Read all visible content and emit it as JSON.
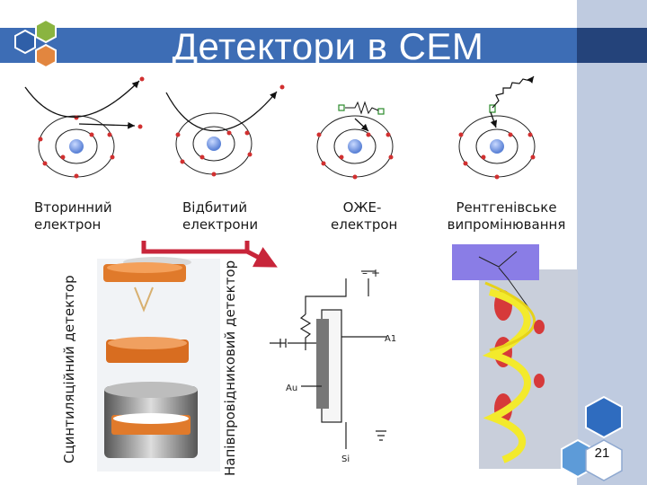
{
  "slide": {
    "title": "Детектори в СЕМ",
    "page_number": "21"
  },
  "diagrams": [
    {
      "label": "Вторинний\nелектрон"
    },
    {
      "label": "Відбитий\nелектрони"
    },
    {
      "label": "ОЖЕ-\nелектрон"
    },
    {
      "label": "Рентгенівське\nвипромінювання"
    }
  ],
  "detectors": {
    "scintillation_label": "Сцинтиляційний детектор",
    "semiconductor_label": "Напівпровідниковий детектор"
  },
  "circuit": {
    "plus_label": "+",
    "minus_label": "–",
    "a1_label": "A1",
    "au_label": "Au",
    "si_label": "Si"
  },
  "colors": {
    "title_bar": "#3d6db5",
    "right_panel": "#bfcbe0",
    "arrow": "#c8253a",
    "electron": "#d13030",
    "nucleus": "#6f95e0",
    "detector_orange": "#e07a2b",
    "hex_blue": "#2f5fa8",
    "hex_green": "#8ab440",
    "hex_orange": "#e2863f"
  }
}
